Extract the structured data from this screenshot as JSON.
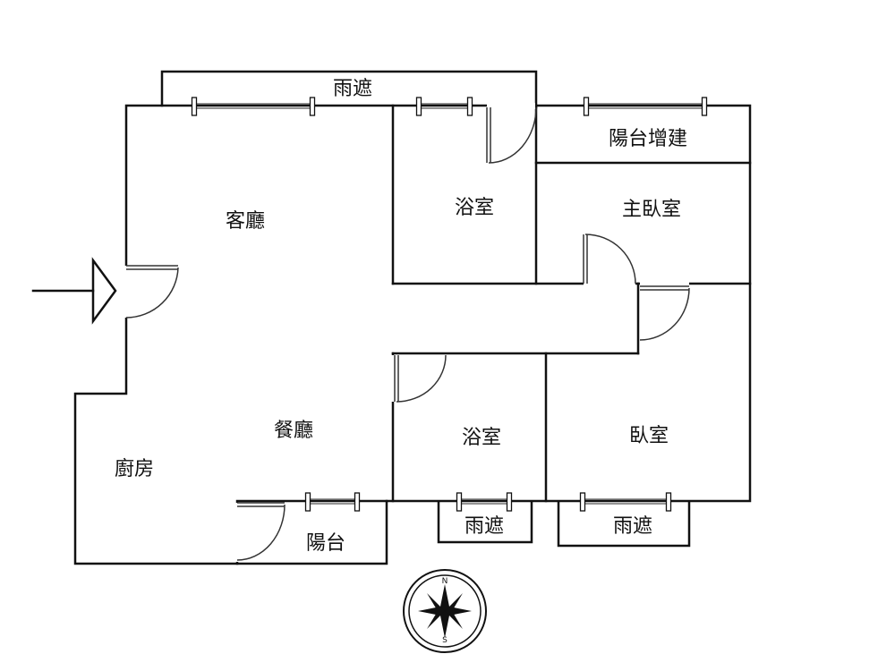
{
  "rooms": {
    "canopy_top": "雨遮",
    "balcony_extension": "陽台增建",
    "living_room": "客廳",
    "bathroom_top": "浴室",
    "master_bedroom": "主臥室",
    "dining_room": "餐廳",
    "kitchen": "廚房",
    "bathroom_bottom": "浴室",
    "bedroom": "臥室",
    "balcony": "陽台",
    "canopy_bottom_left": "雨遮",
    "canopy_bottom_right": "雨遮"
  },
  "compass": {
    "north": "N",
    "south": "S"
  },
  "colors": {
    "wall": "#111111",
    "window": "#555555",
    "background": "#ffffff"
  }
}
